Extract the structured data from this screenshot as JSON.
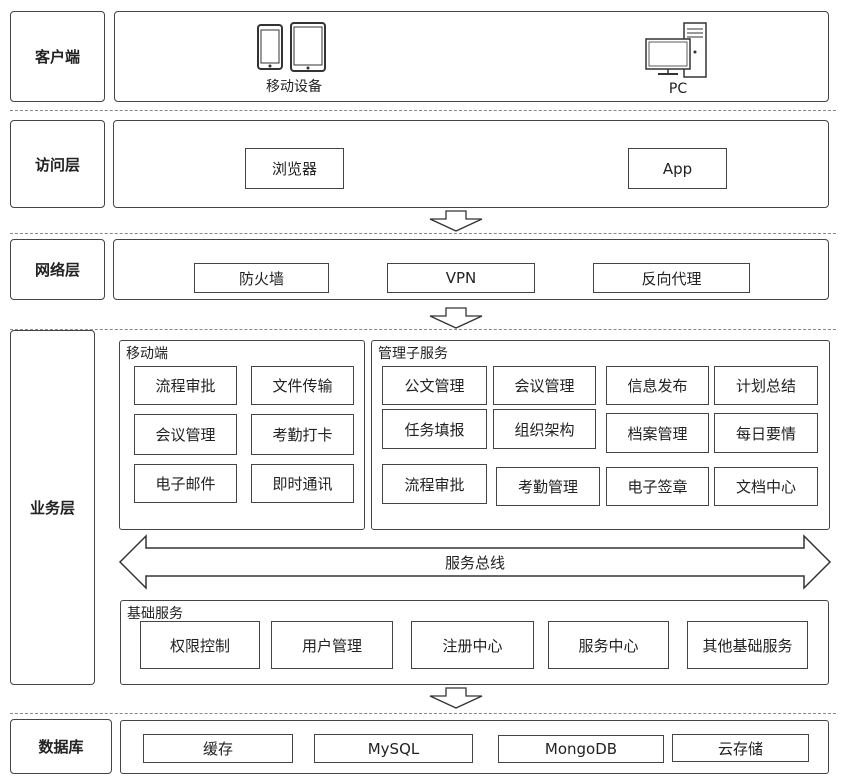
{
  "layers": {
    "client": "客户端",
    "access": "访问层",
    "network": "网络层",
    "business": "业务层",
    "database": "数据库"
  },
  "client": {
    "mobile_label": "移动设备",
    "pc_label": "PC"
  },
  "access": {
    "items": [
      "浏览器",
      "App"
    ]
  },
  "network": {
    "items": [
      "防火墙",
      "VPN",
      "反向代理"
    ]
  },
  "business": {
    "mobile": {
      "title": "移动端",
      "items": [
        "流程审批",
        "文件传输",
        "会议管理",
        "考勤打卡",
        "电子邮件",
        "即时通讯"
      ]
    },
    "management": {
      "title": "管理子服务",
      "items": [
        "公文管理",
        "会议管理",
        "信息发布",
        "计划总结",
        "任务填报",
        "组织架构",
        "档案管理",
        "每日要情",
        "流程审批",
        "考勤管理",
        "电子签章",
        "文档中心"
      ]
    },
    "bus_label": "服务总线",
    "base": {
      "title": "基础服务",
      "items": [
        "权限控制",
        "用户管理",
        "注册中心",
        "服务中心",
        "其他基础服务"
      ]
    }
  },
  "database": {
    "items": [
      "缓存",
      "MySQL",
      "MongoDB",
      "云存储"
    ]
  }
}
